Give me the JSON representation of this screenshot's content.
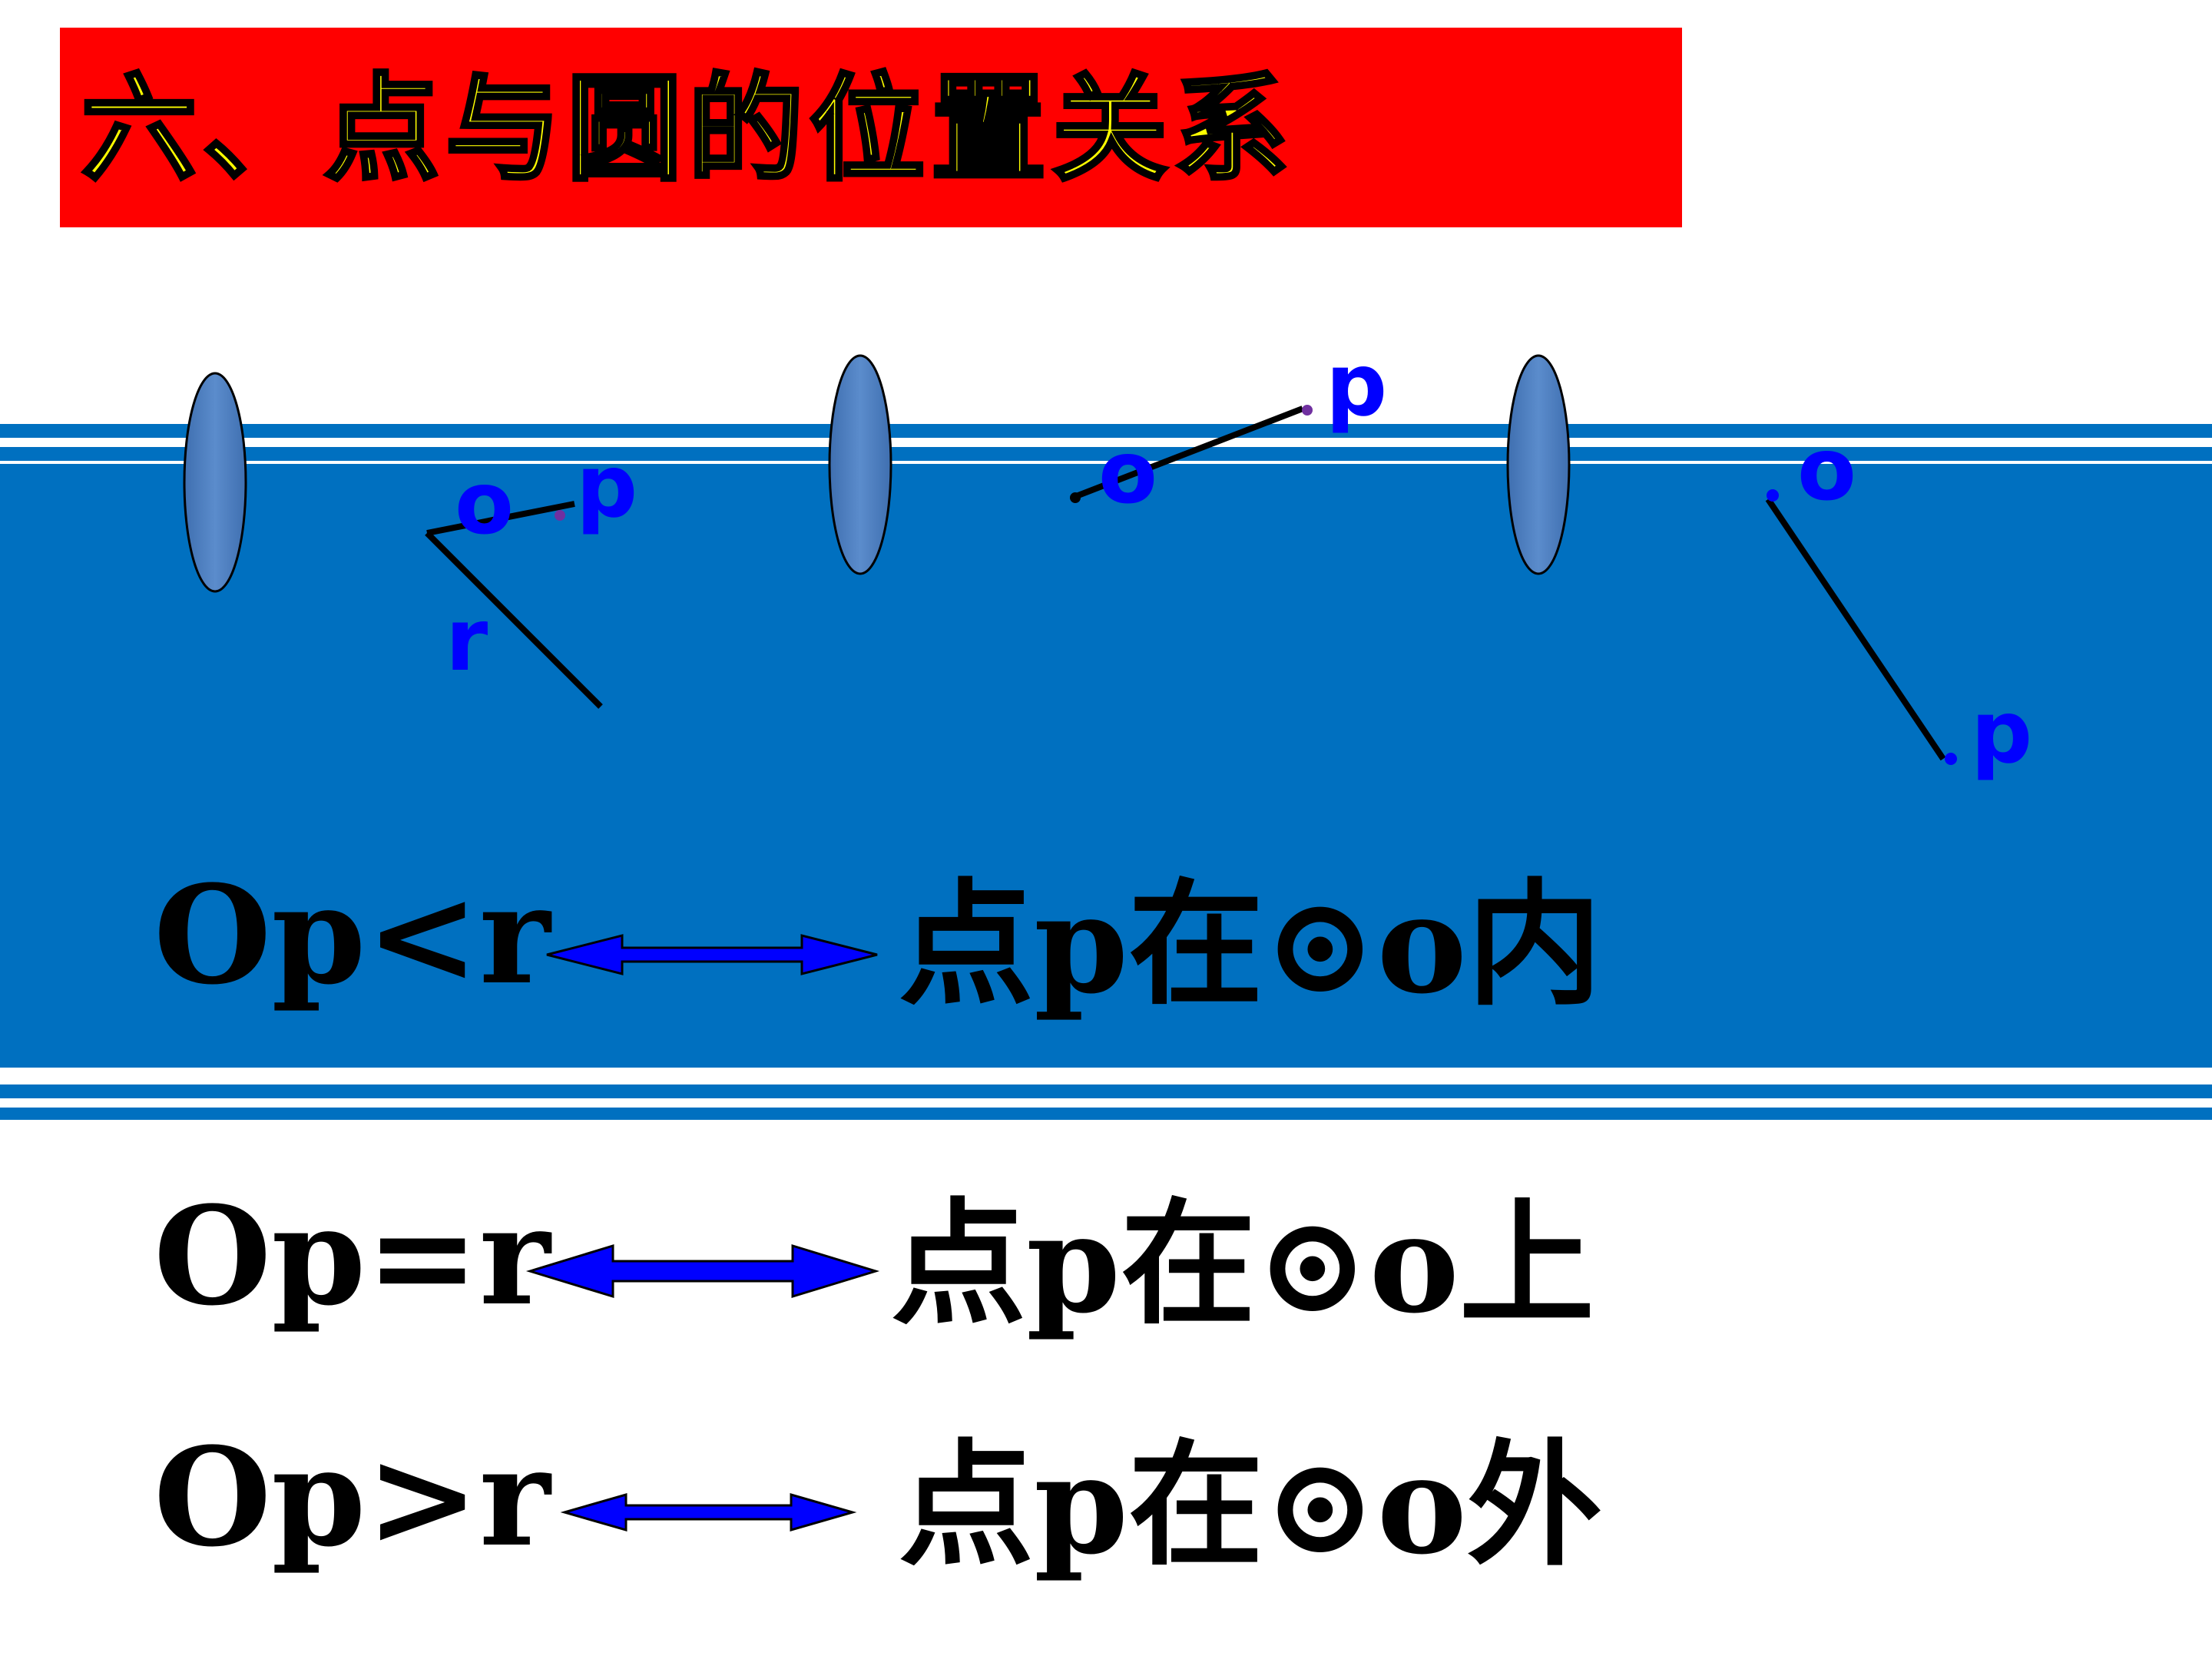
{
  "title": "六、点与圆的位置关系",
  "colors": {
    "title_bg": "#ff0000",
    "title_text": "#ffff00",
    "band": "#0070c0",
    "ellipse": "#4f81bd",
    "label": "#0000ff",
    "arrow": "#0000ff"
  },
  "labels": {
    "case1": {
      "o": "o",
      "p": "p",
      "r": "r"
    },
    "case2": {
      "o": "o",
      "p": "p"
    },
    "case3": {
      "o": "o",
      "p": "p"
    }
  },
  "relations": [
    {
      "left": "Op<r",
      "right": "点p在⊙o内"
    },
    {
      "left": "Op=r",
      "right": "点p在⊙o上"
    },
    {
      "left": "Op>r",
      "right": "点p在⊙o外"
    }
  ]
}
